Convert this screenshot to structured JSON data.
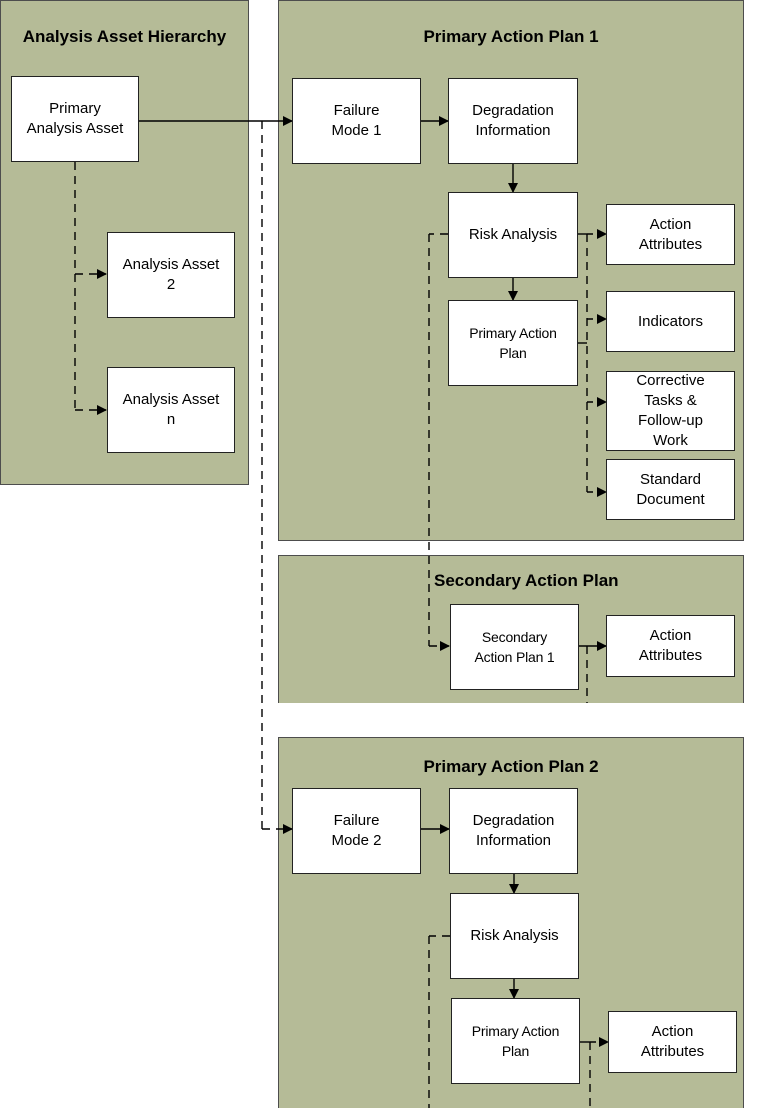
{
  "panels": {
    "hierarchy": {
      "title": "Analysis Asset Hierarchy"
    },
    "primary1": {
      "title": "Primary Action Plan 1"
    },
    "secondary": {
      "title": "Secondary Action Plan"
    },
    "primary2": {
      "title": "Primary Action Plan 2"
    }
  },
  "nodes": {
    "primary_asset": "Primary\nAnalysis Asset",
    "asset2": "Analysis Asset\n2",
    "assetn": "Analysis Asset\nn",
    "p1_failure_mode": "Failure\nMode 1",
    "p1_degradation": "Degradation\nInformation",
    "p1_risk": "Risk Analysis",
    "p1_primary_plan": "Primary Action\nPlan",
    "p1_action_attributes": "Action\nAttributes",
    "p1_indicators": "Indicators",
    "p1_corrective": "Corrective\nTasks &\nFollow-up\nWork",
    "p1_standard_doc": "Standard\nDocument",
    "s_secondary_plan": "Secondary\nAction Plan 1",
    "s_action_attributes": "Action\nAttributes",
    "p2_failure_mode": "Failure\nMode 2",
    "p2_degradation": "Degradation\nInformation",
    "p2_risk": "Risk Analysis",
    "p2_primary_plan": "Primary Action\nPlan",
    "p2_action_attributes": "Action\nAttributes"
  }
}
